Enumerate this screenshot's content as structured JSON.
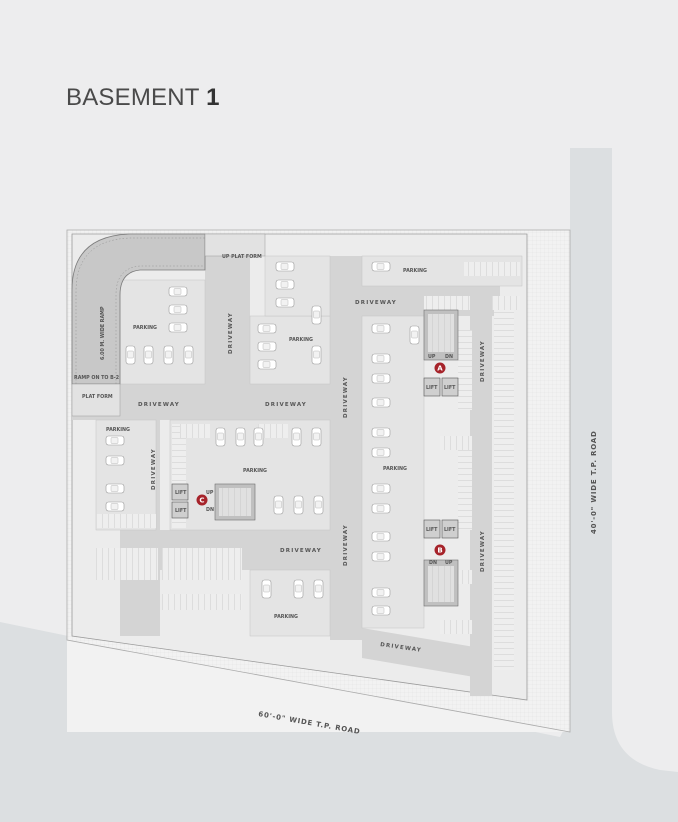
{
  "title": {
    "text": "BASEMENT",
    "number": "1"
  },
  "roads": {
    "side_road": "40'-0\" WIDE T.P. ROAD",
    "front_road": "60'-0\" WIDE T.P. ROAD"
  },
  "labels": {
    "up_platform": "UP PLAT FORM",
    "ramp": "6.00 M. WIDE RAMP",
    "ramp_on_to": "RAMP ON TO B-2",
    "platform": "PLAT FORM",
    "parking": "PARKING",
    "driveway": "DRIVEWAY",
    "lift": "LIFT",
    "up": "UP",
    "dn": "DN"
  },
  "cores": [
    "A",
    "B",
    "C"
  ],
  "colors": {
    "background": "#ededee",
    "road": "#dcdfe1",
    "site": "#f2f2f2",
    "driveway": "#d4d4d4",
    "parking_zone": "#e6e6e6",
    "core_badge": "#a6232a"
  }
}
